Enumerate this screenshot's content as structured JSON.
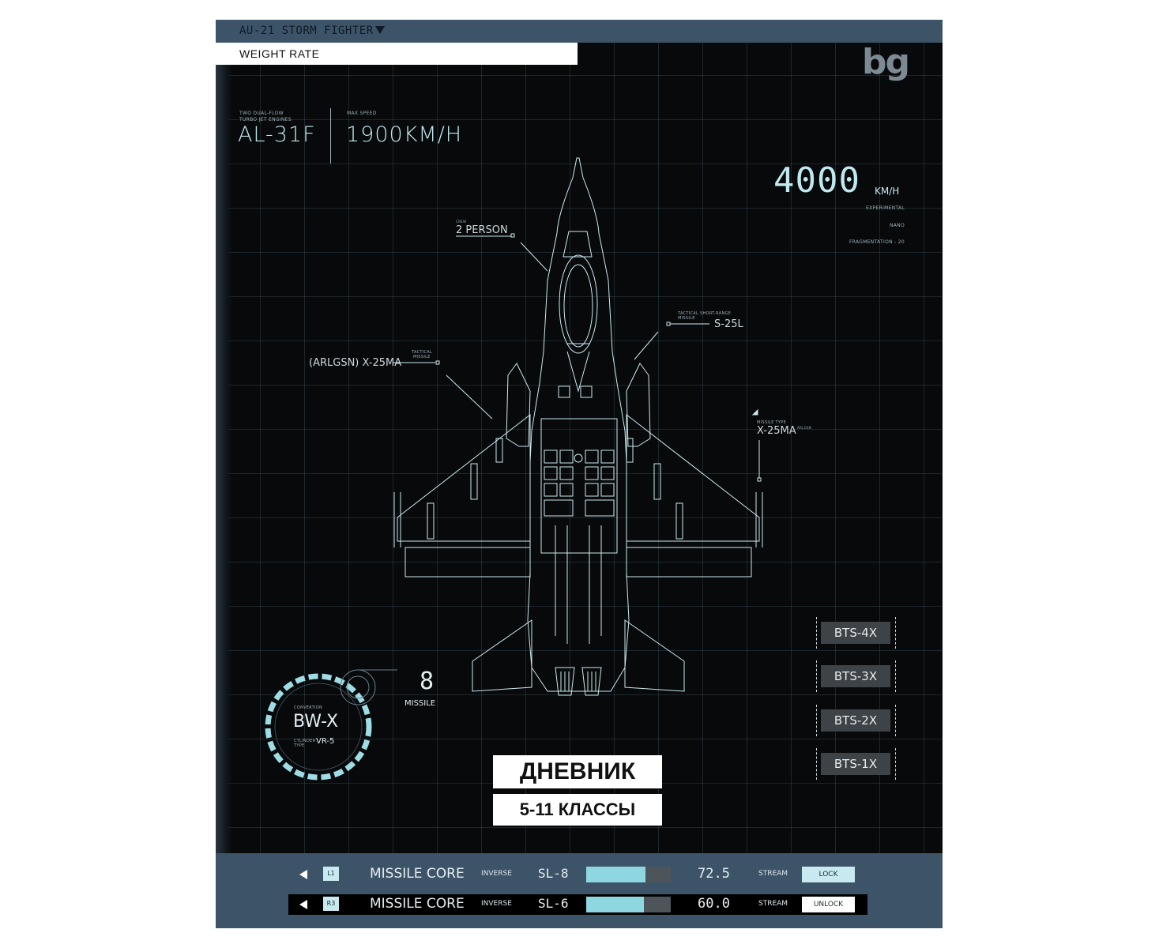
{
  "header": {
    "model": "AU-21 STORM FIGHTER",
    "weight_rate": "WEIGHT RATE",
    "logo": "bg"
  },
  "engine": {
    "caption_line1": "TWO DUAL-FLOW",
    "caption_line2": "TURBO JET ENGINES",
    "value": "AL-31F"
  },
  "max_speed": {
    "caption": "MAX SPEED",
    "value": "1900KM/H"
  },
  "experimental_speed": {
    "value": "4000",
    "unit": "KM/H",
    "line1": "EXPERIMENTAL",
    "line2": "NANO",
    "line3": "FRAGMENTATION - 20"
  },
  "callouts": {
    "crew_caption": "CREW",
    "crew_value": "2 PERSON",
    "s25_caption_line1": "TACTICAL SHORT-RANGE",
    "s25_caption_line2": "MISSILE",
    "s25_value": "S-25L",
    "arlgsn_caption_line1": "TACTICAL",
    "arlgsn_caption_line2": "MISSILE",
    "arlgsn_value": "(ARLGSN) X-25MA",
    "missile_type_caption": "MISSILE TYPE",
    "missile_type_value": "X-25MA",
    "missile_type_suffix": "ARLGSN"
  },
  "gauge": {
    "caption": "CONVERTION",
    "value": "BW-X",
    "cyl_caption_line1": "CYLINDER",
    "cyl_caption_line2": "TYPE",
    "cyl_value": "VR-5",
    "count": "8",
    "count_label": "MISSILE"
  },
  "bts_buttons": [
    "BTS-4X",
    "BTS-3X",
    "BTS-2X",
    "BTS-1X"
  ],
  "title": {
    "main": "ДНЕВНИК",
    "sub": "5-11 КЛАССЫ"
  },
  "bottom_rows": [
    {
      "badge": "L1",
      "name": "MISSILE CORE",
      "inverse": "INVERSE",
      "sl": "SL-8",
      "fill": 0.7,
      "value": "72.5",
      "stream": "STREAM",
      "button": "LOCK",
      "button_bg": "#c8e9ef",
      "row_bg": "transparent"
    },
    {
      "badge": "R3",
      "name": "MISSILE CORE",
      "inverse": "INVERSE",
      "sl": "SL-6",
      "fill": 0.68,
      "value": "60.0",
      "stream": "STREAM",
      "button": "UNLOCK",
      "button_bg": "#ffffff",
      "row_bg": "#000000"
    }
  ]
}
